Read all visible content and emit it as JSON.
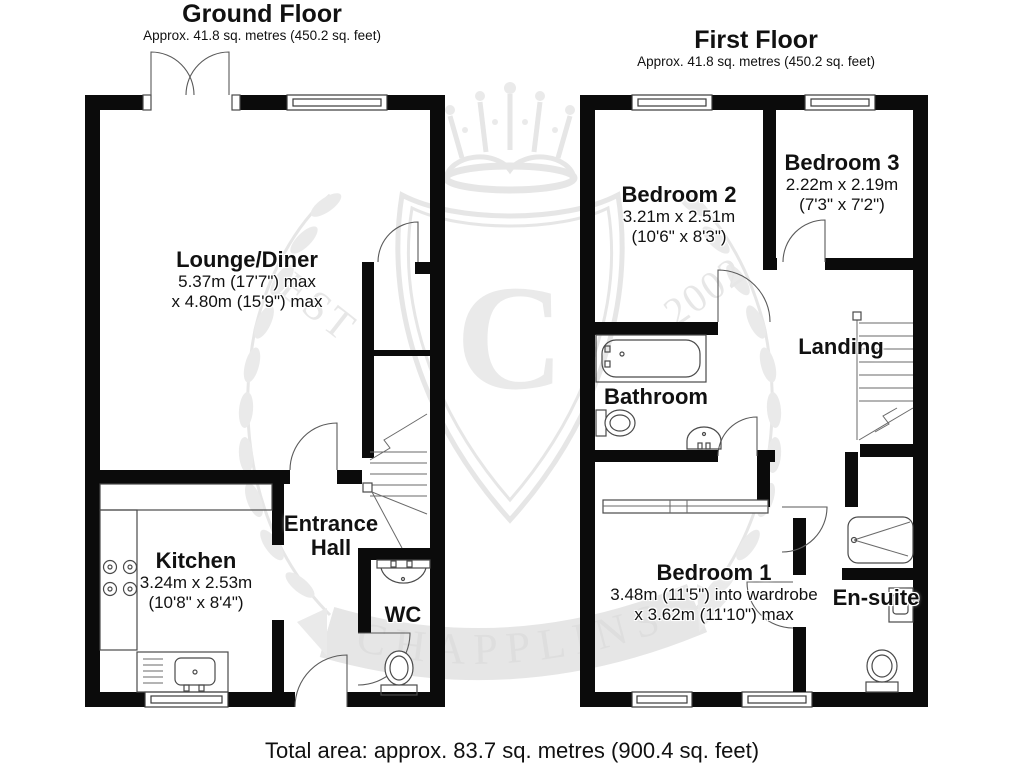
{
  "ground_floor": {
    "title": "Ground Floor",
    "area": "Approx. 41.8 sq. metres (450.2 sq. feet)",
    "lounge": {
      "name": "Lounge/Diner",
      "dim1": "5.37m (17'7\") max",
      "dim2": "x 4.80m (15'9\") max"
    },
    "kitchen": {
      "name": "Kitchen",
      "dim1": "3.24m x 2.53m",
      "dim2": "(10'8\" x 8'4\")"
    },
    "entrance_hall": {
      "line1": "Entrance",
      "line2": "Hall"
    },
    "wc": {
      "name": "WC"
    }
  },
  "first_floor": {
    "title": "First Floor",
    "area": "Approx. 41.8 sq. metres (450.2 sq. feet)",
    "bedroom2": {
      "name": "Bedroom 2",
      "dim1": "3.21m x 2.51m",
      "dim2": "(10'6\" x 8'3\")"
    },
    "bedroom3": {
      "name": "Bedroom 3",
      "dim1": "2.22m x 2.19m",
      "dim2": "(7'3\" x 7'2\")"
    },
    "landing": {
      "name": "Landing"
    },
    "bathroom": {
      "name": "Bathroom"
    },
    "bedroom1": {
      "name": "Bedroom 1",
      "dim1": "3.48m (11'5\") into wardrobe",
      "dim2": "x 3.62m (11'10\") max"
    },
    "ensuite": {
      "name": "En-suite"
    }
  },
  "footer": {
    "total_area": "Total area: approx. 83.7 sq. metres (900.4 sq. feet)"
  },
  "watermark": {
    "est": "EST",
    "year": "2002",
    "monogram": "C",
    "brand": "CHAPPLINS"
  },
  "colors": {
    "wall": "#0b0b0b",
    "fixture_line": "#4a4a4a",
    "watermark_gray": "#eaeaea"
  }
}
